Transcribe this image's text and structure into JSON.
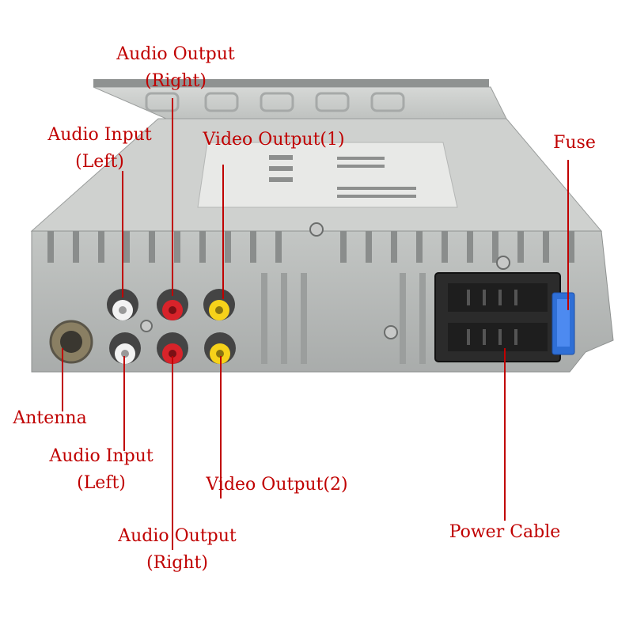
{
  "labels": {
    "audio_output_right_top": [
      "Audio Output",
      "(Right)"
    ],
    "audio_input_left_top": [
      "Audio Input",
      "(Left)"
    ],
    "video_output_1": "Video Output(1)",
    "fuse": "Fuse",
    "antenna": "Antenna",
    "audio_input_left_bottom": [
      "Audio Input",
      "(Left)"
    ],
    "video_output_2": "Video Output(2)",
    "audio_output_right_bottom": [
      "Audio Output",
      "(Right)"
    ],
    "power_cable": "Power Cable"
  },
  "colors": {
    "label_text": "#c00000",
    "leader_line": "#c00000",
    "rca_white": "#f2f2f2",
    "rca_red": "#d8232a",
    "rca_yellow": "#f6d21a",
    "fuse_blue": "#2f6fd6",
    "chassis": "#b9bcbc",
    "connector": "#2b2b2b"
  }
}
